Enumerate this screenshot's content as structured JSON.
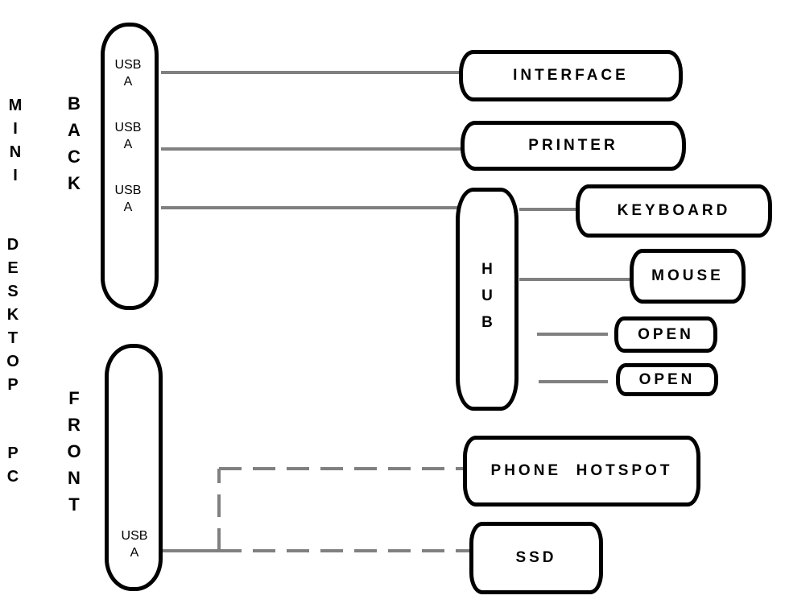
{
  "mini_desktop_label": [
    "M",
    "I",
    "N",
    "I"
  ],
  "desktop_label": [
    "D",
    "E",
    "S",
    "K",
    "T",
    "O",
    "P"
  ],
  "pc_label": [
    "P",
    "C"
  ],
  "back_label": [
    "B",
    "A",
    "C",
    "K"
  ],
  "front_label": [
    "F",
    "R",
    "O",
    "N",
    "T"
  ],
  "back_ports": [
    {
      "line1": "USB",
      "line2": "A"
    },
    {
      "line1": "USB",
      "line2": "A"
    },
    {
      "line1": "USB",
      "line2": "A"
    }
  ],
  "front_port": {
    "line1": "USB",
    "line2": "A"
  },
  "devices": {
    "interface": "INTERFACE",
    "printer": "PRINTER",
    "keyboard": "KEYBOARD",
    "mouse": "MOUSE",
    "open1": "OPEN",
    "open2": "OPEN",
    "phone_hotspot": "PHONE  HOTSPOT",
    "ssd": "SSD"
  },
  "hub_label": [
    "H",
    "U",
    "B"
  ],
  "colors": {
    "line": "#808080",
    "outline": "#000000",
    "background": "#ffffff"
  }
}
